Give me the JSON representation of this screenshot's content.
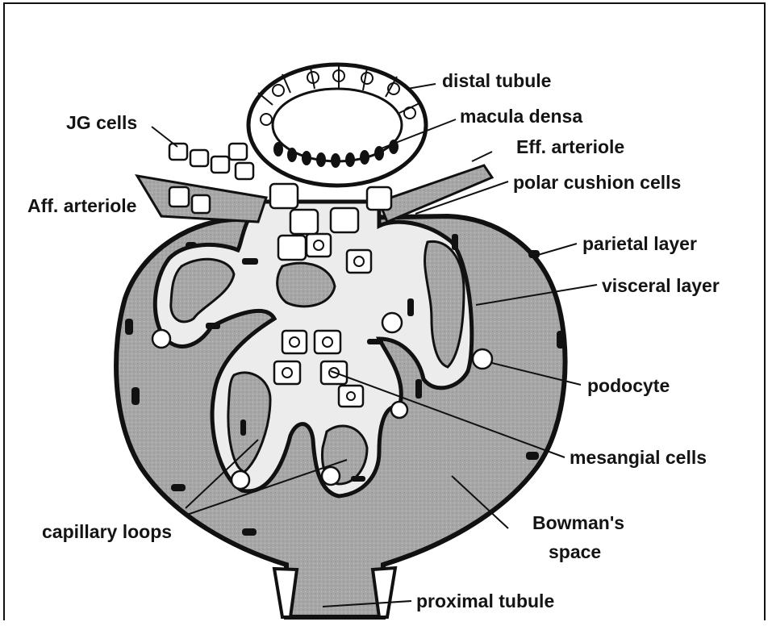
{
  "labels": {
    "distal_tubule": "distal tubule",
    "macula_densa": "macula densa",
    "jg_cells": "JG cells",
    "eff_arteriole": "Eff. arteriole",
    "aff_arteriole": "Aff. arteriole",
    "polar_cushion_cells": "polar cushion cells",
    "parietal_layer": "parietal layer",
    "visceral_layer": "visceral layer",
    "podocyte": "podocyte",
    "mesangial_cells": "mesangial cells",
    "capillary_loops": "capillary loops",
    "bowmans_space_line1": "Bowman's",
    "bowmans_space_line2": "space",
    "proximal_tubule": "proximal tubule"
  },
  "colors": {
    "space_fill": "#a9a9a9",
    "tuft_fill": "#efefef",
    "ink": "#111111",
    "background": "#ffffff"
  }
}
